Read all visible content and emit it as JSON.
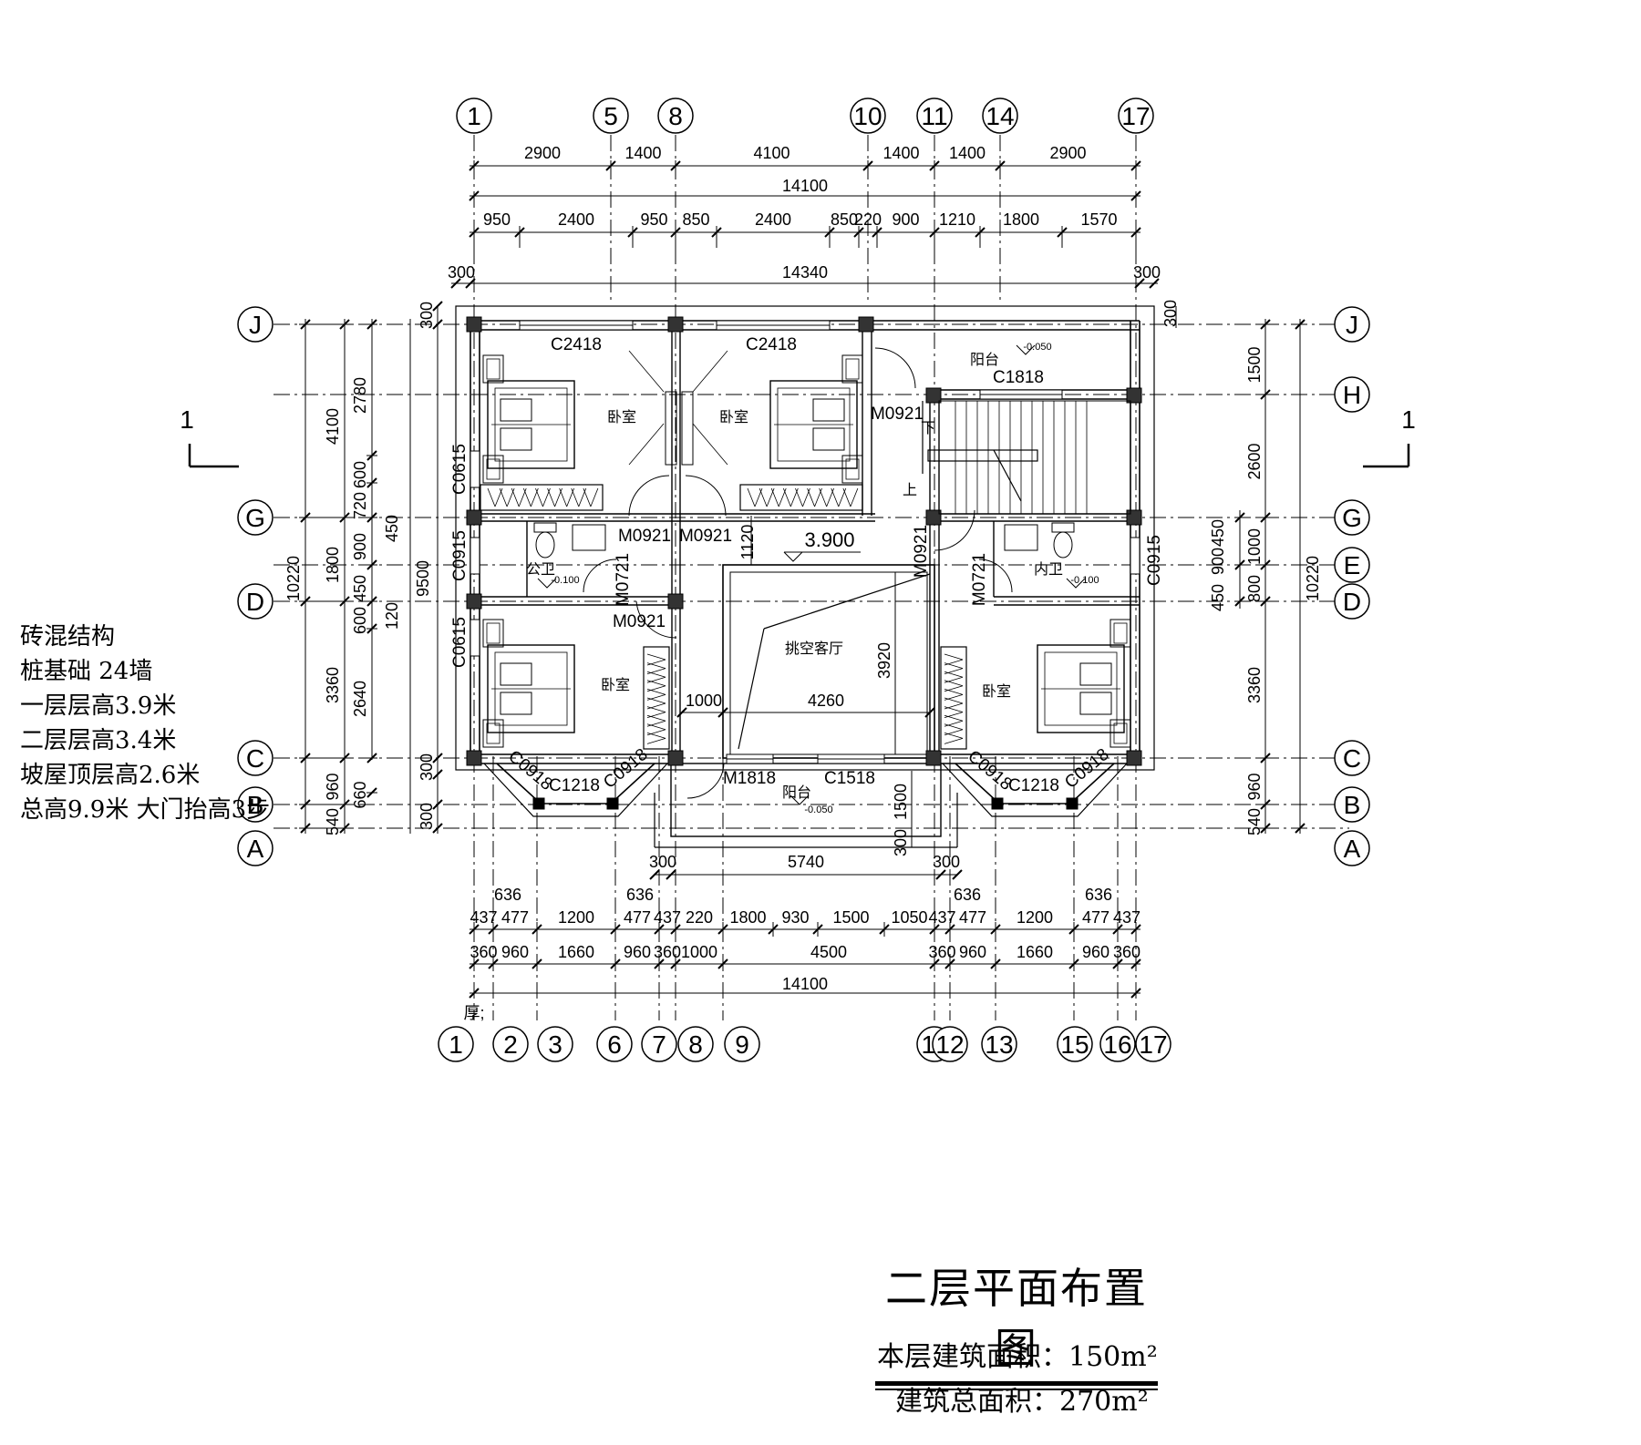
{
  "drawing_title": "二层平面布置图",
  "floor_area": "本层建筑面积：150m²",
  "total_area": "建筑总面积：270m²",
  "notes": [
    "砖混结构",
    "桩基础 24墙",
    "一层层高3.9米",
    "二层层高3.4米",
    "坡屋顶层高2.6米",
    "总高9.9米 大门抬高3步"
  ],
  "section_mark": "1",
  "stray_text": "厚;",
  "top_axes": [
    "1",
    "5",
    "8",
    "10",
    "11",
    "14",
    "17"
  ],
  "bottom_axes": [
    "1",
    "2",
    "3",
    "6",
    "7",
    "8",
    "9",
    "11",
    "12",
    "13",
    "15",
    "16",
    "17"
  ],
  "row_axes": [
    "J",
    "H",
    "G",
    "E",
    "D",
    "C",
    "B",
    "A"
  ],
  "dims": {
    "top_row1": [
      "2900",
      "1400",
      "4100",
      "1400",
      "1400",
      "2900"
    ],
    "top_total1": "14100",
    "top_row2": [
      "950",
      "2400",
      "950",
      "850",
      "2400",
      "850",
      "220",
      "900",
      "1210",
      "1800",
      "1570"
    ],
    "top_total2": "14340",
    "top_edge": "300",
    "bottom_5740": "5740",
    "bottom_edge": "300",
    "bottom_636": "636",
    "bottom_row1": [
      "437",
      "477",
      "1200",
      "477",
      "437",
      "220",
      "1800",
      "930",
      "1500",
      "1050",
      "437",
      "477",
      "1200",
      "477",
      "437"
    ],
    "bottom_row2": [
      "360",
      "960",
      "1660",
      "960",
      "360",
      "1000",
      "4500",
      "360",
      "960",
      "1660",
      "960",
      "360"
    ],
    "bottom_total": "14100",
    "left_outer_total": "10220",
    "left_mid_total": "9500",
    "left_a": [
      "4100",
      "1800",
      "3360",
      "960",
      "540"
    ],
    "left_b": [
      "2780",
      "720",
      "600",
      "900",
      "450",
      "600",
      "2640",
      "660"
    ],
    "left_300": "300",
    "left_450": "450",
    "left_120": "120",
    "right_outer_total": "10220",
    "right_a": [
      "1500",
      "2600",
      "1000",
      "800",
      "3360",
      "960",
      "540"
    ],
    "right_b": [
      "450",
      "900",
      "450"
    ],
    "right_300": "300",
    "inner_1120": "1120",
    "inner_3920": "3920",
    "inner_4260": "4260",
    "inner_1000": "1000",
    "inner_1500": "1500",
    "inner_300": "300"
  },
  "labels": {
    "bedroom": "卧室",
    "balcony": "阳台",
    "public_wc": "公卫",
    "ensuite_wc": "内卫",
    "void_living": "挑空客厅",
    "level_390": "3.900",
    "level_m050": "-0.050",
    "level_m100": "-0.100",
    "stair_down": "下",
    "stair_up": "上",
    "c2418": "C2418",
    "c1818": "C1818",
    "c0615": "C0615",
    "c0915": "C0915",
    "c0918": "C0918",
    "c1218": "C1218",
    "c1518": "C1518",
    "m0921": "M0921",
    "m0721": "M0721",
    "m1818": "M1818"
  }
}
